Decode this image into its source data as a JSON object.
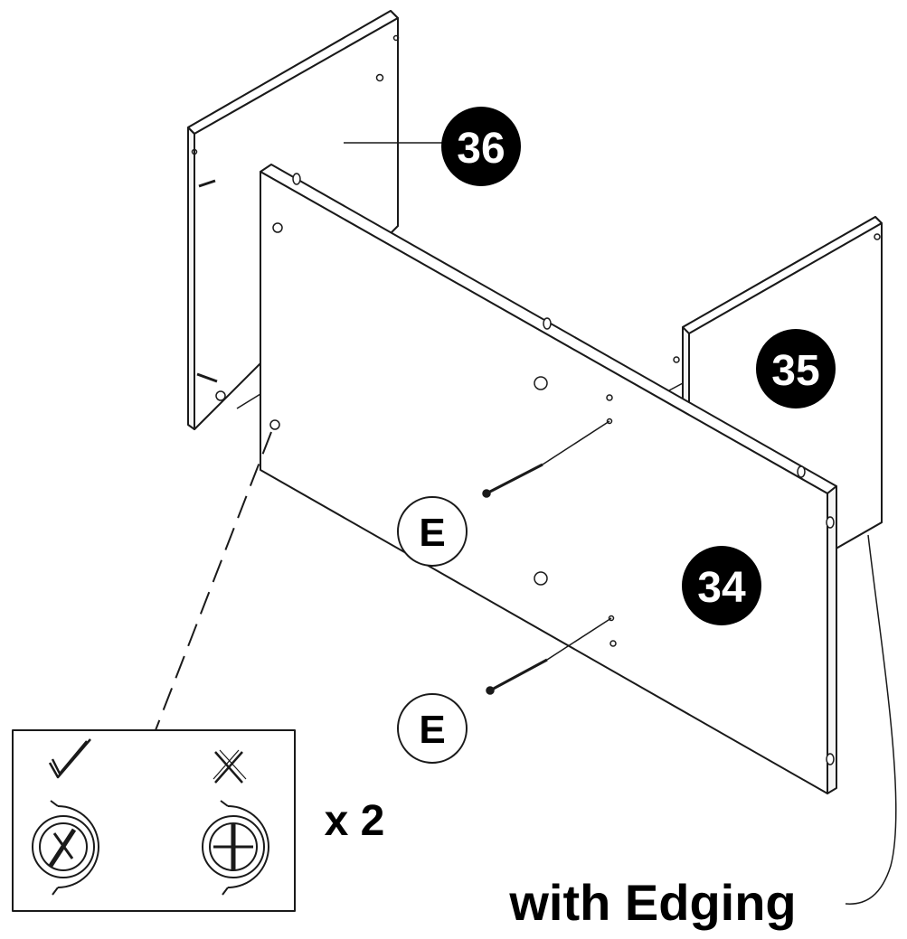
{
  "diagram": {
    "parts": [
      {
        "id": "panel-36",
        "label": "36"
      },
      {
        "id": "panel-35",
        "label": "35"
      },
      {
        "id": "panel-34",
        "label": "34"
      }
    ],
    "hardware_label": "E",
    "edging_note": "with Edging",
    "inset": {
      "quantity": "x 2",
      "correct_icon": "check-mark-icon",
      "incorrect_icon": "x-mark-icon"
    },
    "colors": {
      "line": "#1a1a1a",
      "badge_fill": "#000000",
      "badge_text": "#ffffff",
      "panel_fill": "#ffffff",
      "edge_fill": "#f4f4f4"
    }
  }
}
